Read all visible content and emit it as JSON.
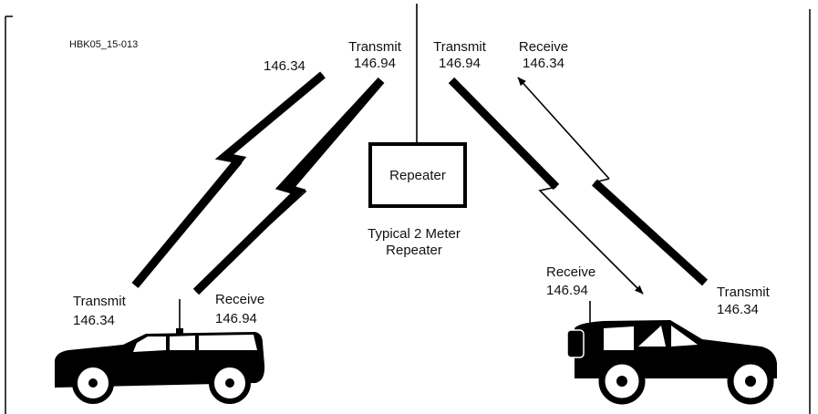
{
  "figure_id": "HBK05_15-013",
  "repeater": {
    "box_label": "Repeater",
    "caption_line1": "Typical 2 Meter",
    "caption_line2": "Repeater"
  },
  "top_left": {
    "freq_in": "146.34",
    "tx_label": "Transmit",
    "tx_freq": "146.94"
  },
  "top_right": {
    "tx_label": "Transmit",
    "tx_freq": "146.94",
    "rx_label": "Receive",
    "rx_freq": "146.34"
  },
  "left_car": {
    "tx_label": "Transmit",
    "tx_freq": "146.34",
    "rx_label": "Receive",
    "rx_freq": "146.94"
  },
  "right_car": {
    "rx_label": "Receive",
    "rx_freq": "146.94",
    "tx_label": "Transmit",
    "tx_freq": "146.34"
  }
}
